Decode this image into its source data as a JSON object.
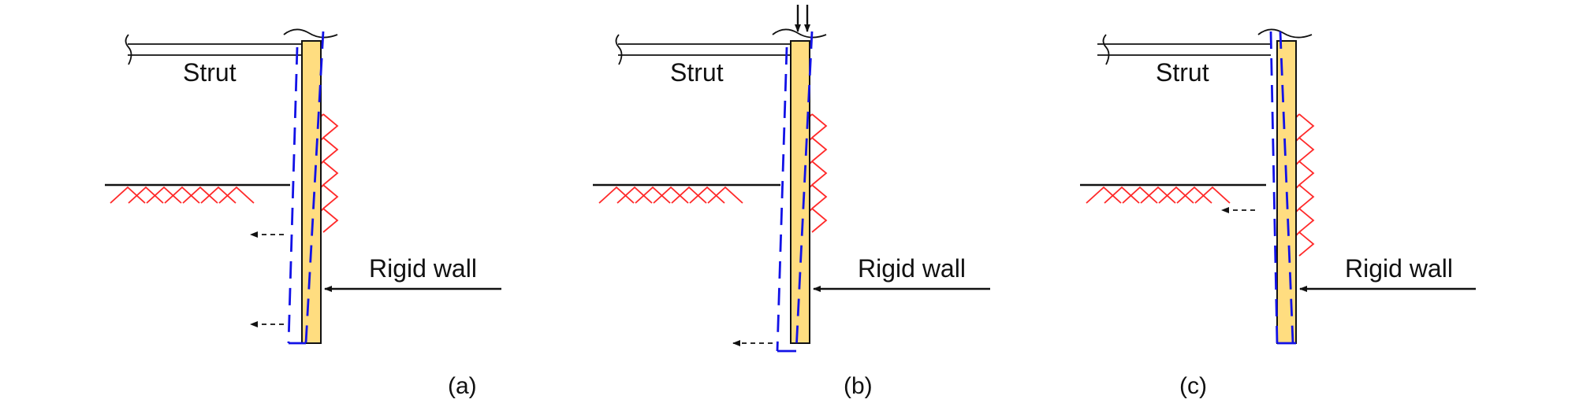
{
  "panels": [
    {
      "caption": "(a)",
      "strut_label": "Strut",
      "wall_label": "Rigid wall"
    },
    {
      "caption": "(b)",
      "strut_label": "Strut",
      "wall_label": "Rigid wall"
    },
    {
      "caption": "(c)",
      "strut_label": "Strut",
      "wall_label": "Rigid wall"
    }
  ],
  "colors": {
    "wall_fill": "#ffdd80",
    "wall_outline": "#111111",
    "soil_hatch": "#ff2a2a",
    "deflected_wall": "#1212e6"
  }
}
